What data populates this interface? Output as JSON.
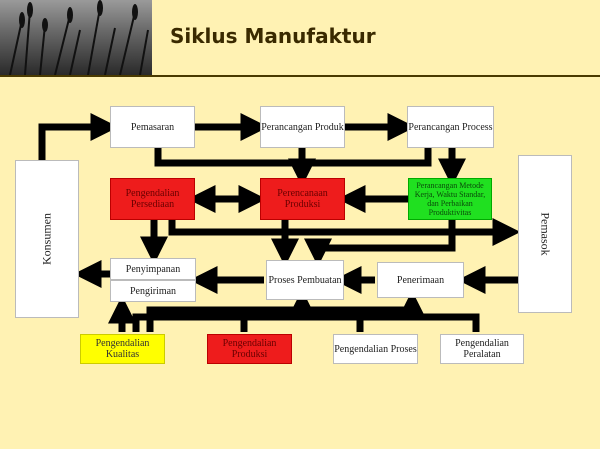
{
  "title": "Siklus Manufaktur",
  "nodes": {
    "konsumen": "Konsumen",
    "pemasok": "Pemasok",
    "pemasaran": "Pemasaran",
    "perancangan_produk": "Perancangan Produk",
    "perancangan_process": "Perancangan Process",
    "pengendalian_persediaan": "Pengendalian Persediaan",
    "perencanaan_produksi": "Perencanaan Produksi",
    "perancangan_metode": "Perancangan Metode Kerja, Waktu Standar, dan Perbaikan Produktivitas",
    "penyimpanan": "Penyimpanan",
    "pengiriman": "Pengiriman",
    "proses_pembuatan": "Proses Pembuatan",
    "penerimaan": "Penerimaan",
    "pengendalian_kualitas": "Pengendalian Kualitas",
    "pengendalian_produksi": "Pengendalian Produksi",
    "pengendalian_proses": "Pengendalian Proses",
    "pengendalian_peralatan": "Pengendalian Peralatan"
  },
  "colors": {
    "red": "#ee1c1c",
    "green": "#20e020",
    "yellow": "#ffff00",
    "background": "#fff2b3"
  }
}
